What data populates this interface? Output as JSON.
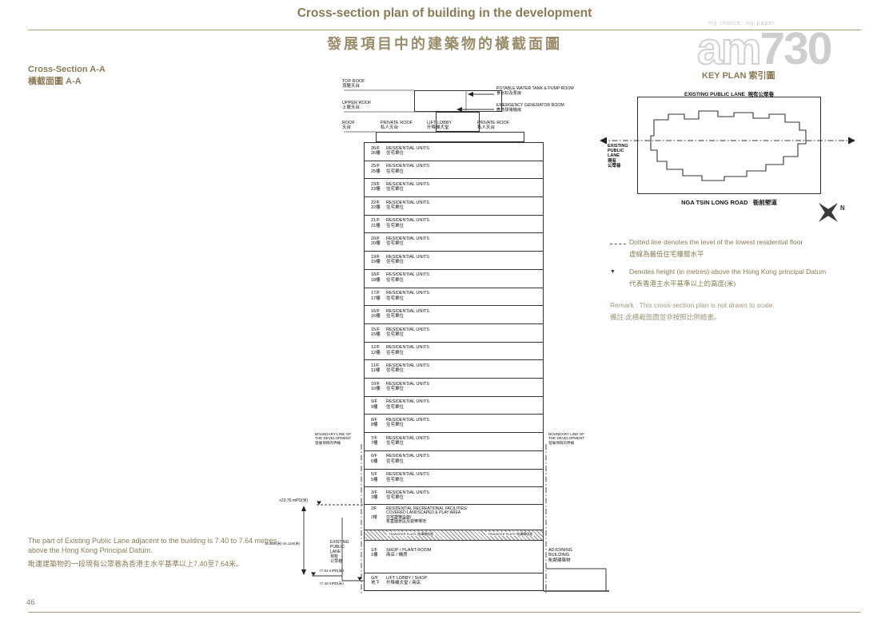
{
  "page": {
    "title_en": "Cross-section plan of building in the development",
    "title_zh": "發展項目中的建築物的橫截面圖",
    "page_number": "46"
  },
  "watermark": {
    "tagline": "my choice, my paper",
    "logo_am": "am",
    "logo_730": "730"
  },
  "headings": {
    "cross_section_en": "Cross-Section A-A",
    "cross_section_zh": "橫截面圖 A-A",
    "key_plan": "KEY PLAN 索引圖"
  },
  "key_plan": {
    "top_road_en": "EXISTING PUBLIC LANE",
    "top_road_zh": "現有公眾巷",
    "left_road_lines": [
      "EXISTING",
      "PUBLIC",
      "LANE",
      "現有",
      "公眾巷"
    ],
    "bottom_road_en": "NGA TSIN LONG ROAD",
    "bottom_road_zh": "衙前塱道",
    "compass": "N"
  },
  "legend": {
    "dotted_en": "Dotted line denotes the level of the lowest residential floor",
    "dotted_zh": "虛線為最低住宅樓層水平",
    "marker_symbol": "▼",
    "marker_en": "Denotes height (in metres) above the Hong Kong principal Datum",
    "marker_zh": "代表香港主水平基準以上的高度(米)",
    "remark_en": "Remark : This cross-section plan is not drawn to scale.",
    "remark_zh": "備註:此橫截面圖並非按照比例繪畫。"
  },
  "note": {
    "en": "The part of Existing Public Lane adjacent to the building is 7.40 to 7.64 metres above the Hong Kong Principal Datum.",
    "zh": "毗連建築物的一段現有公眾巷為香港主水平基準以上7.40至7.64米。"
  },
  "section": {
    "roof": {
      "top_roof_en": "TOP ROOF",
      "top_roof_zh": "頂層天台",
      "upper_roof_en": "UPPER ROOF",
      "upper_roof_zh": "上層天台",
      "roof_en": "ROOF",
      "roof_zh": "天台",
      "private_roof_left_en": "PRIVATE ROOF",
      "private_roof_left_zh": "私人天台",
      "lift_lobby_en": "LIFT LOBBY",
      "lift_lobby_zh": "升降機大堂",
      "private_roof_right_en": "PRIVATE ROOF",
      "private_roof_right_zh": "私人天台",
      "water_tank_en": "POTABLE WATER TANK & PUMP ROOM",
      "water_tank_zh": "食水缸及泵房",
      "generator_en": "EMERGENCY GENERATOR ROOM",
      "generator_zh": "應急發電機房"
    },
    "floors": [
      {
        "no_en": "26/F",
        "use_en": "RESIDENTIAL UNITS",
        "no_zh": "26樓",
        "use_zh": "住宅單位"
      },
      {
        "no_en": "25/F",
        "use_en": "RESIDENTIAL UNITS",
        "no_zh": "25樓",
        "use_zh": "住宅單位"
      },
      {
        "no_en": "23/F",
        "use_en": "RESIDENTIAL UNITS",
        "no_zh": "23樓",
        "use_zh": "住宅單位"
      },
      {
        "no_en": "22/F",
        "use_en": "RESIDENTIAL UNITS",
        "no_zh": "22樓",
        "use_zh": "住宅單位"
      },
      {
        "no_en": "21/F",
        "use_en": "RESIDENTIAL UNITS",
        "no_zh": "21樓",
        "use_zh": "住宅單位"
      },
      {
        "no_en": "20/F",
        "use_en": "RESIDENTIAL UNITS",
        "no_zh": "20樓",
        "use_zh": "住宅單位"
      },
      {
        "no_en": "19/F",
        "use_en": "RESIDENTIAL UNITS",
        "no_zh": "19樓",
        "use_zh": "住宅單位"
      },
      {
        "no_en": "18/F",
        "use_en": "RESIDENTIAL UNITS",
        "no_zh": "18樓",
        "use_zh": "住宅單位"
      },
      {
        "no_en": "17/F",
        "use_en": "RESIDENTIAL UNITS",
        "no_zh": "17樓",
        "use_zh": "住宅單位"
      },
      {
        "no_en": "16/F",
        "use_en": "RESIDENTIAL UNITS",
        "no_zh": "16樓",
        "use_zh": "住宅單位"
      },
      {
        "no_en": "15/F",
        "use_en": "RESIDENTIAL UNITS",
        "no_zh": "15樓",
        "use_zh": "住宅單位"
      },
      {
        "no_en": "12/F",
        "use_en": "RESIDENTIAL UNITS",
        "no_zh": "12樓",
        "use_zh": "住宅單位"
      },
      {
        "no_en": "11/F",
        "use_en": "RESIDENTIAL UNITS",
        "no_zh": "11樓",
        "use_zh": "住宅單位"
      },
      {
        "no_en": "10/F",
        "use_en": "RESIDENTIAL UNITS",
        "no_zh": "10樓",
        "use_zh": "住宅單位"
      },
      {
        "no_en": "9/F",
        "use_en": "RESIDENTIAL UNITS",
        "no_zh": "9樓",
        "use_zh": "住宅單位"
      },
      {
        "no_en": "8/F",
        "use_en": "RESIDENTIAL UNITS",
        "no_zh": "8樓",
        "use_zh": "住宅單位"
      },
      {
        "no_en": "7/F",
        "use_en": "RESIDENTIAL UNITS",
        "no_zh": "7樓",
        "use_zh": "住宅單位"
      },
      {
        "no_en": "6/F",
        "use_en": "RESIDENTIAL UNITS",
        "no_zh": "6樓",
        "use_zh": "住宅單位"
      },
      {
        "no_en": "5/F",
        "use_en": "RESIDENTIAL UNITS",
        "no_zh": "5樓",
        "use_zh": "住宅單位"
      },
      {
        "no_en": "3/F",
        "use_en": "RESIDENTIAL UNITS",
        "no_zh": "3樓",
        "use_zh": "住宅單位"
      }
    ],
    "floor2": {
      "no_en": "2/F",
      "no_zh": "2樓",
      "use_en_1": "RESIDENTIAL RECREATIONAL FACILITIES/",
      "use_en_2": "COVERED LANDSCAPED & PLAY AREA",
      "use_zh_1": "住宅康樂設施/",
      "use_zh_2": "有蓋園景區及遊樂場地"
    },
    "transfer_plate": {
      "en": "TRANSFER PLATE",
      "zh": "結構轉換層"
    },
    "floor1": {
      "no_en": "1/F",
      "use_en": "SHOP / PLANT ROOM",
      "no_zh": "1樓",
      "use_zh": "商店 / 機房"
    },
    "ground": {
      "no_en": "G/F",
      "use_en": "LIFT LOBBY / SHOP",
      "no_zh": "地下",
      "use_zh": "升降機大堂 / 商店"
    },
    "boundary_lines": [
      "BOUNDARY LINE OF",
      "THE DEVELOPMENT",
      "發展項目的界線"
    ],
    "lane_lines": [
      "EXISTING",
      "PUBLIC",
      "LANE",
      "現有",
      "公眾巷"
    ],
    "adjoining_lines": [
      "ADJOINING",
      "BUILDING",
      "毗鄰建築物"
    ],
    "levels": {
      "lowest_residential": "+23.76 mPD(米)",
      "lane_high": "+7.64 mPD(米)",
      "lane_low": "+7.40 mPD(米)",
      "lane_height_range": "16.36m(米)-16.12m(米)"
    }
  }
}
